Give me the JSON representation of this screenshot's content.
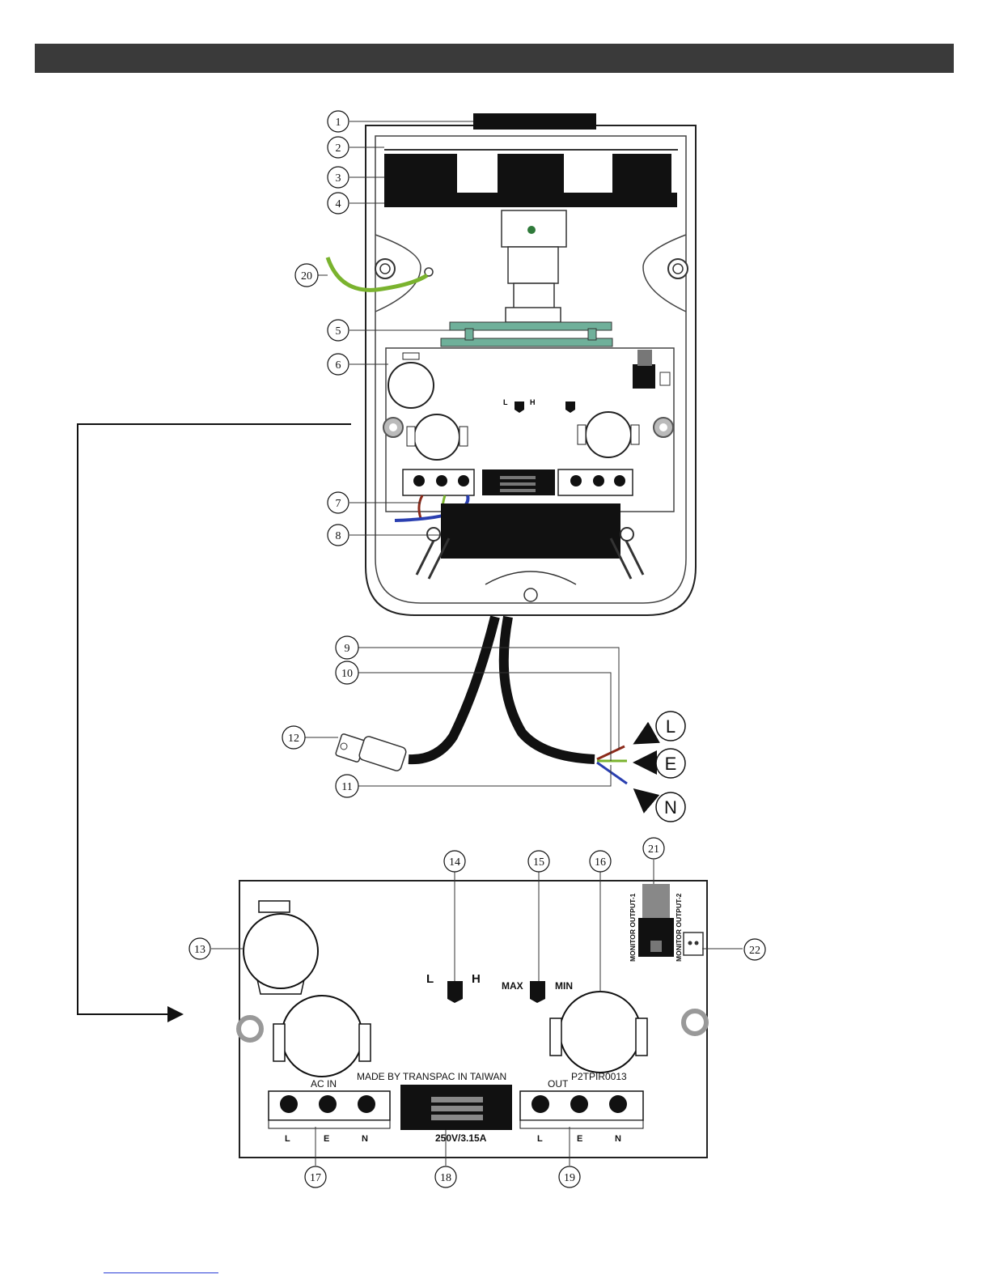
{
  "callouts": {
    "c1": "1",
    "c2": "2",
    "c3": "3",
    "c4": "4",
    "c5": "5",
    "c6": "6",
    "c7": "7",
    "c8": "8",
    "c9": "9",
    "c10": "10",
    "c11": "11",
    "c12": "12",
    "c13": "13",
    "c14": "14",
    "c15": "15",
    "c16": "16",
    "c17": "17",
    "c18": "18",
    "c19": "19",
    "c20": "20",
    "c21": "21",
    "c22": "22"
  },
  "wires": {
    "live": "L",
    "earth": "E",
    "neutral": "N"
  },
  "top_board": {
    "jumper_l": "L",
    "jumper_h": "H"
  },
  "pcb": {
    "sensitivity_low": "L",
    "sensitivity_high": "H",
    "range_max": "MAX",
    "range_min": "MIN",
    "monitor_output_1": "MONITOR OUTPUT-1",
    "monitor_output_2": "MONITOR OUTPUT-2",
    "ac_in_label": "AC IN",
    "maker_label": "MADE BY TRANSPAC IN TAIWAN",
    "model_label": "P2TPIR0013",
    "out_label": "OUT",
    "fuse_rating": "250V/3.15A",
    "ac_in_terminals": [
      "L",
      "E",
      "N"
    ],
    "out_terminals": [
      "L",
      "E",
      "N"
    ]
  },
  "colors": {
    "header": "#3a3a3a",
    "earth_wire": "#7ab32e",
    "live_wire": "#8b2a1a",
    "neutral_wire": "#2a3fb0",
    "link": "#2b3fd6"
  }
}
